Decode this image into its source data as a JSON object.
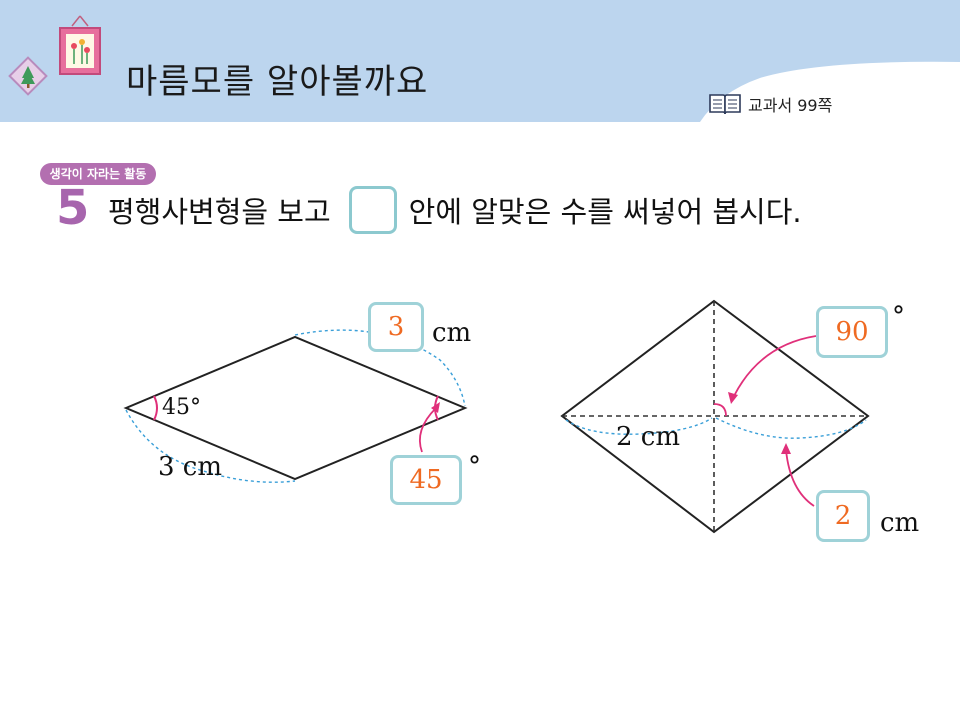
{
  "header": {
    "title": "마름모를 알아볼까요",
    "textbook_ref": "교과서 99쪽"
  },
  "problem": {
    "badge": "생각이 자라는 활동",
    "number": "5",
    "instruction_before": "평행사변형을 보고",
    "instruction_after": "안에 알맞은 수를 써넣어 봅시다."
  },
  "figure1": {
    "angle_label": "45°",
    "side_label": "3 cm",
    "answer_side": "3",
    "answer_side_unit": "cm",
    "answer_angle": "45",
    "answer_angle_unit": "°"
  },
  "figure2": {
    "half_diag_label": "2 cm",
    "answer_angle": "90",
    "answer_angle_unit": "°",
    "answer_length": "2",
    "answer_length_unit": "cm"
  },
  "colors": {
    "header_bg": "#bcd5ee",
    "accent_purple": "#a765ad",
    "answer_orange": "#ef6a22",
    "box_teal": "#9fd2d8",
    "arrow_magenta": "#e0307a",
    "dashed_blue": "#3a9fd8"
  },
  "icons": [
    "frame-picture-icon",
    "tree-diamond-icon",
    "book-icon"
  ]
}
